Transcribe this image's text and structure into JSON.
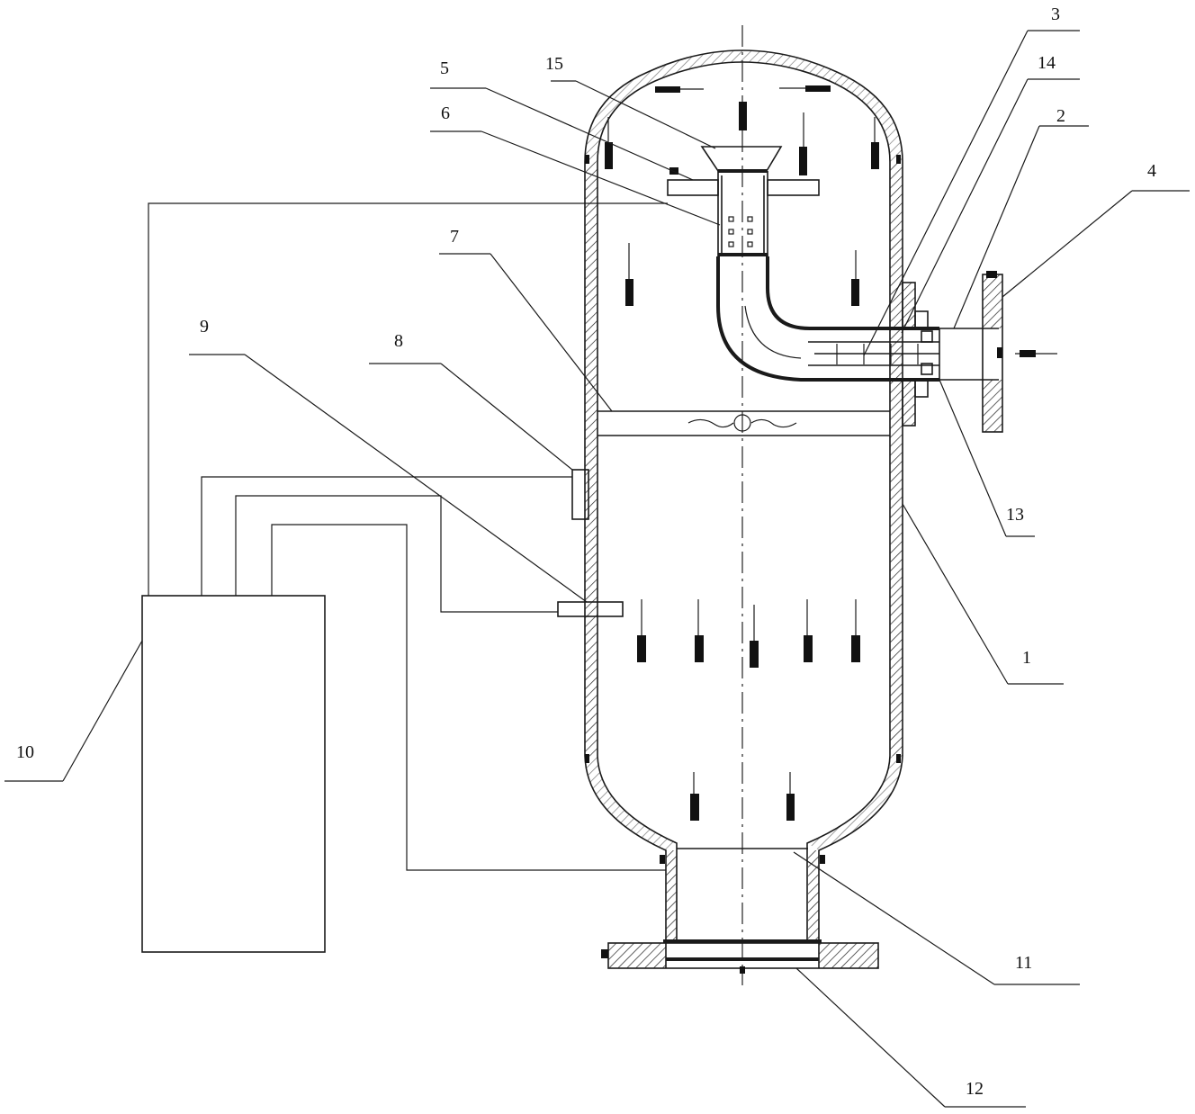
{
  "labels": {
    "n1": "1",
    "n2": "2",
    "n3": "3",
    "n4": "4",
    "n5": "5",
    "n6": "6",
    "n7": "7",
    "n8": "8",
    "n9": "9",
    "n10": "10",
    "n11": "11",
    "n12": "12",
    "n13": "13",
    "n14": "14",
    "n15": "15"
  }
}
